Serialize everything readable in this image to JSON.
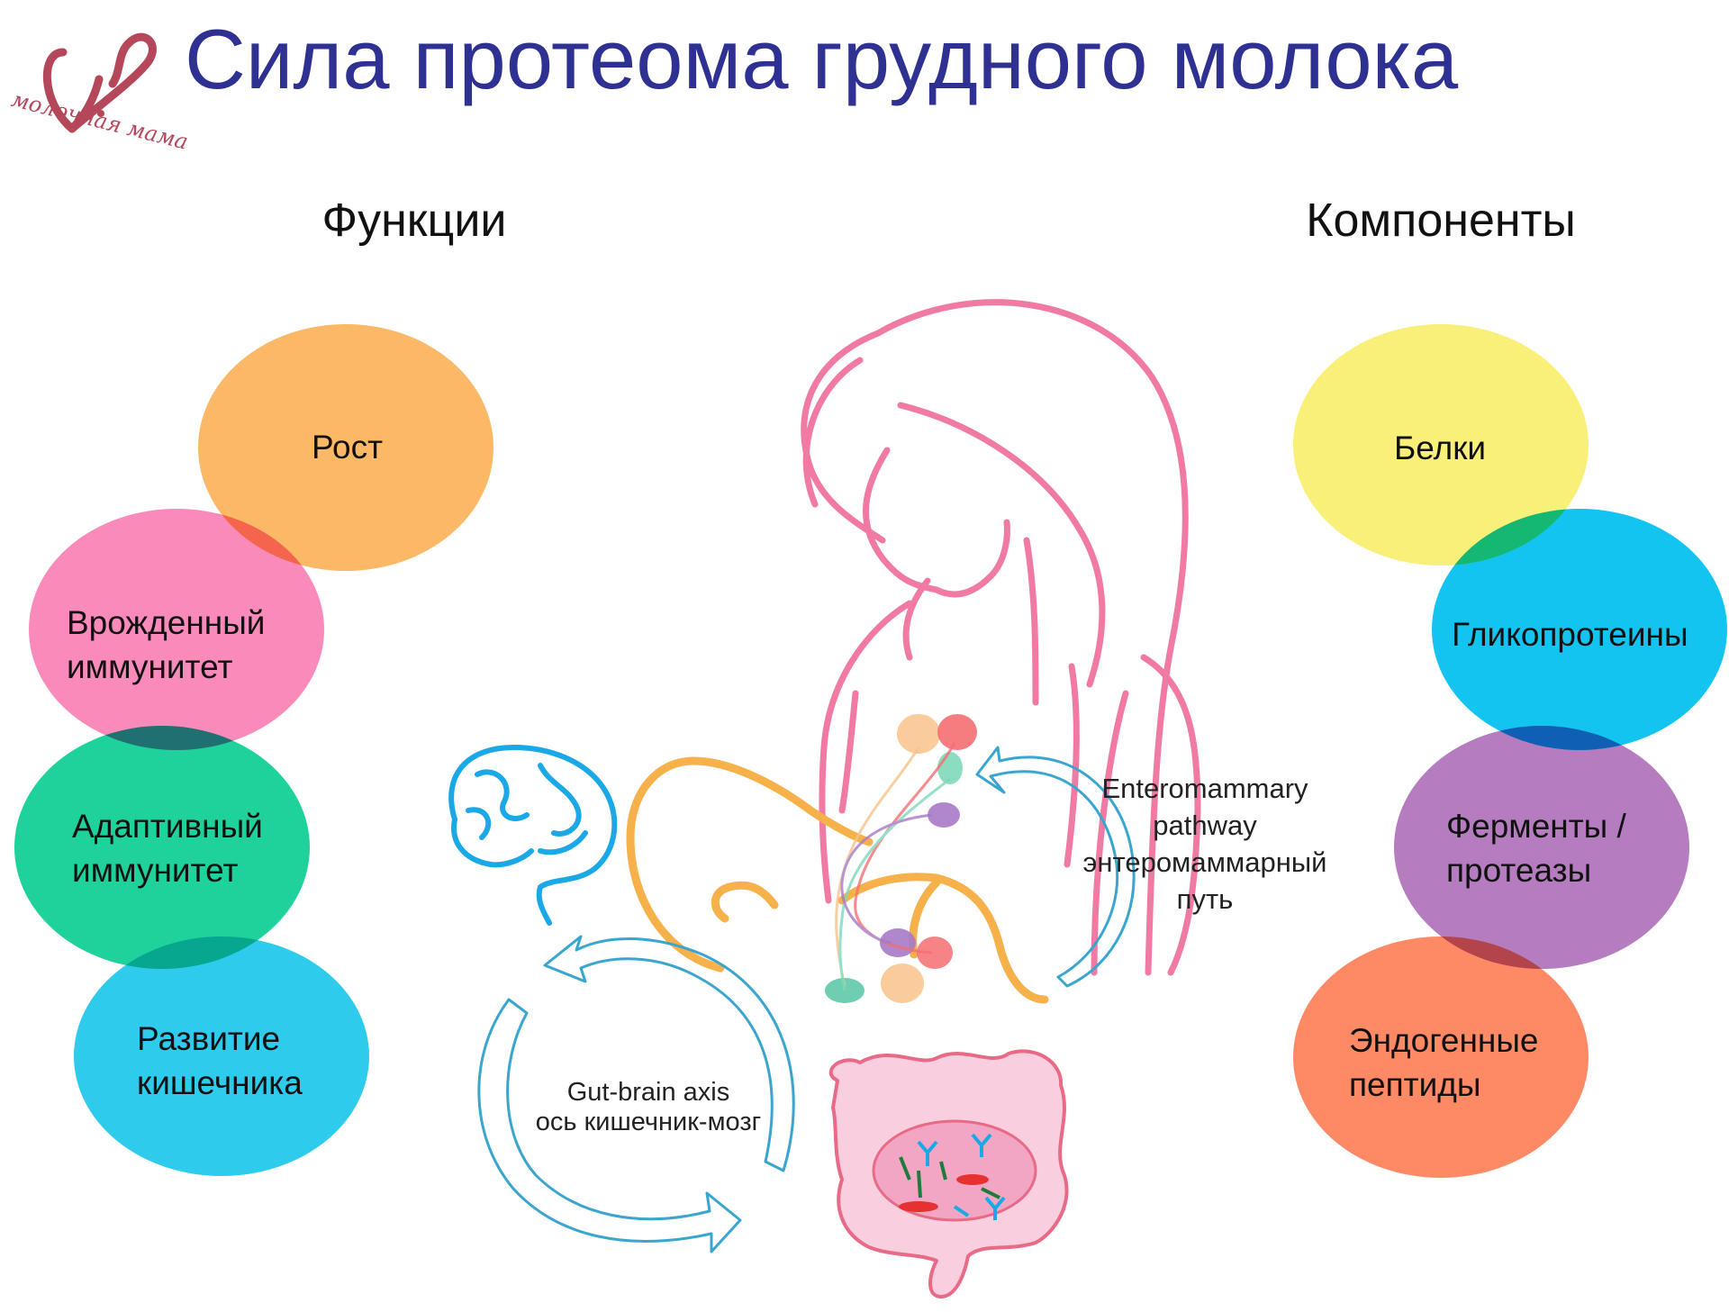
{
  "title": "Сила протеома грудного молока",
  "logo": {
    "icon": "heart-v-logo-icon",
    "text": "молочная мама",
    "color": "#b5475b"
  },
  "functions": {
    "header": "Функции",
    "items": [
      {
        "label": "Рост",
        "color": "#fbb968"
      },
      {
        "label": "Врожденный\nиммунитет",
        "color": "#f98ab9"
      },
      {
        "label": "Адаптивный\nиммунитет",
        "color": "#1fd19b"
      },
      {
        "label": "Развитие\nкишечника",
        "color": "#2ecbec"
      }
    ]
  },
  "components": {
    "header": "Компоненты",
    "items": [
      {
        "label": "Белки",
        "color": "#f9f07a"
      },
      {
        "label": "Гликопротеины",
        "color": "#14c4f0"
      },
      {
        "label": "Ферменты /\nпротеазы",
        "color": "#b57dbf"
      },
      {
        "label": "Эндогенные\nпептиды",
        "color": "#fd8a65"
      }
    ]
  },
  "pathways": {
    "enteromammary": {
      "line1": "Enteromammary",
      "line2": "pathway",
      "line3": "энтеромаммарный",
      "line4": "путь"
    },
    "gut_brain": {
      "line1": "Gut-brain axis",
      "line2": "ось кишечник-мозг"
    }
  },
  "illustration": {
    "mother_color": "#f07aa3",
    "baby_color": "#f7b14a",
    "brain_color": "#1aa9e6",
    "arrow_color": "#3aa6cf",
    "intestine_color": "#e96a86"
  }
}
